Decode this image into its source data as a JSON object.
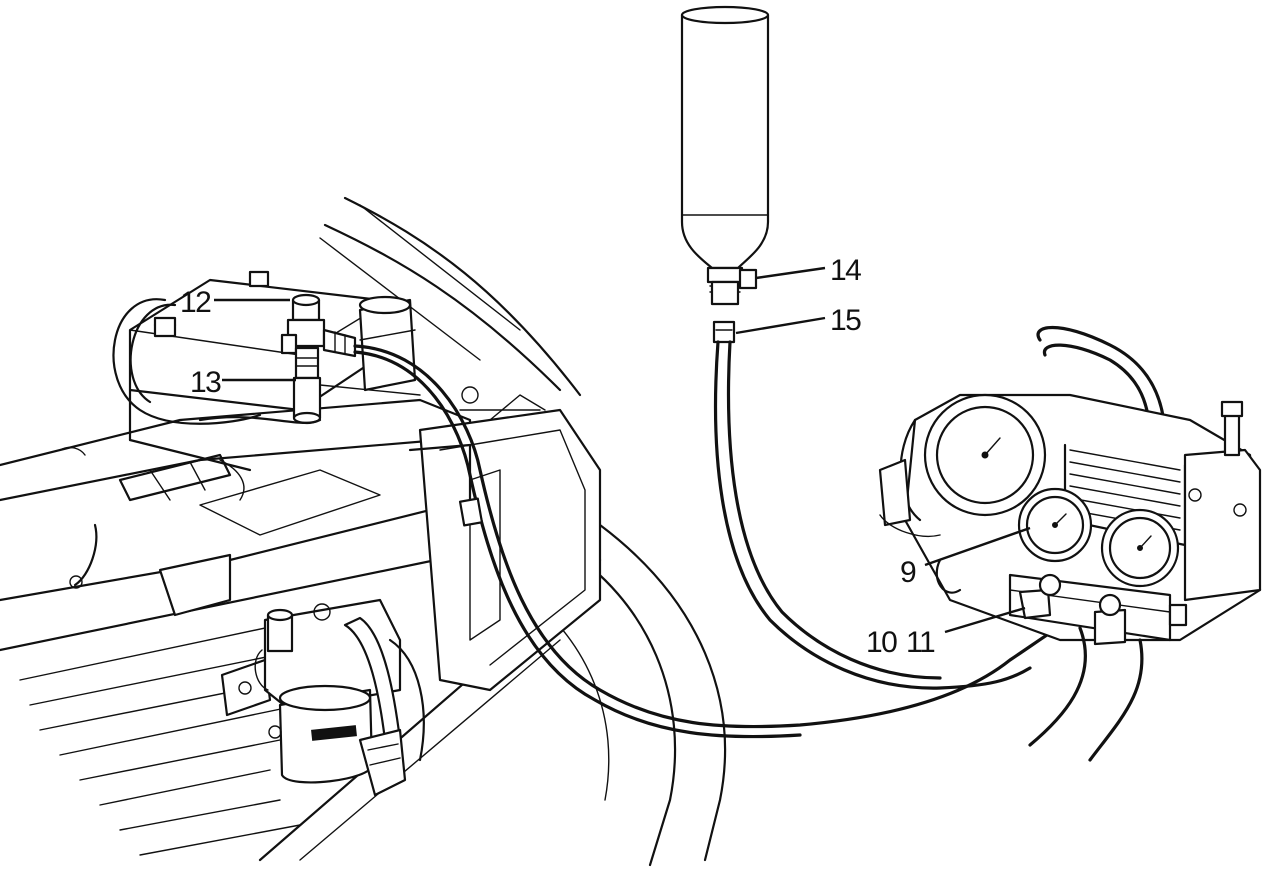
{
  "callouts": {
    "c12": "12",
    "c13": "13",
    "c14": "14",
    "c15": "15",
    "c9": "9",
    "c10": "10",
    "c11": "11"
  },
  "colors": {
    "ink": "#111111",
    "paper": "#ffffff"
  }
}
